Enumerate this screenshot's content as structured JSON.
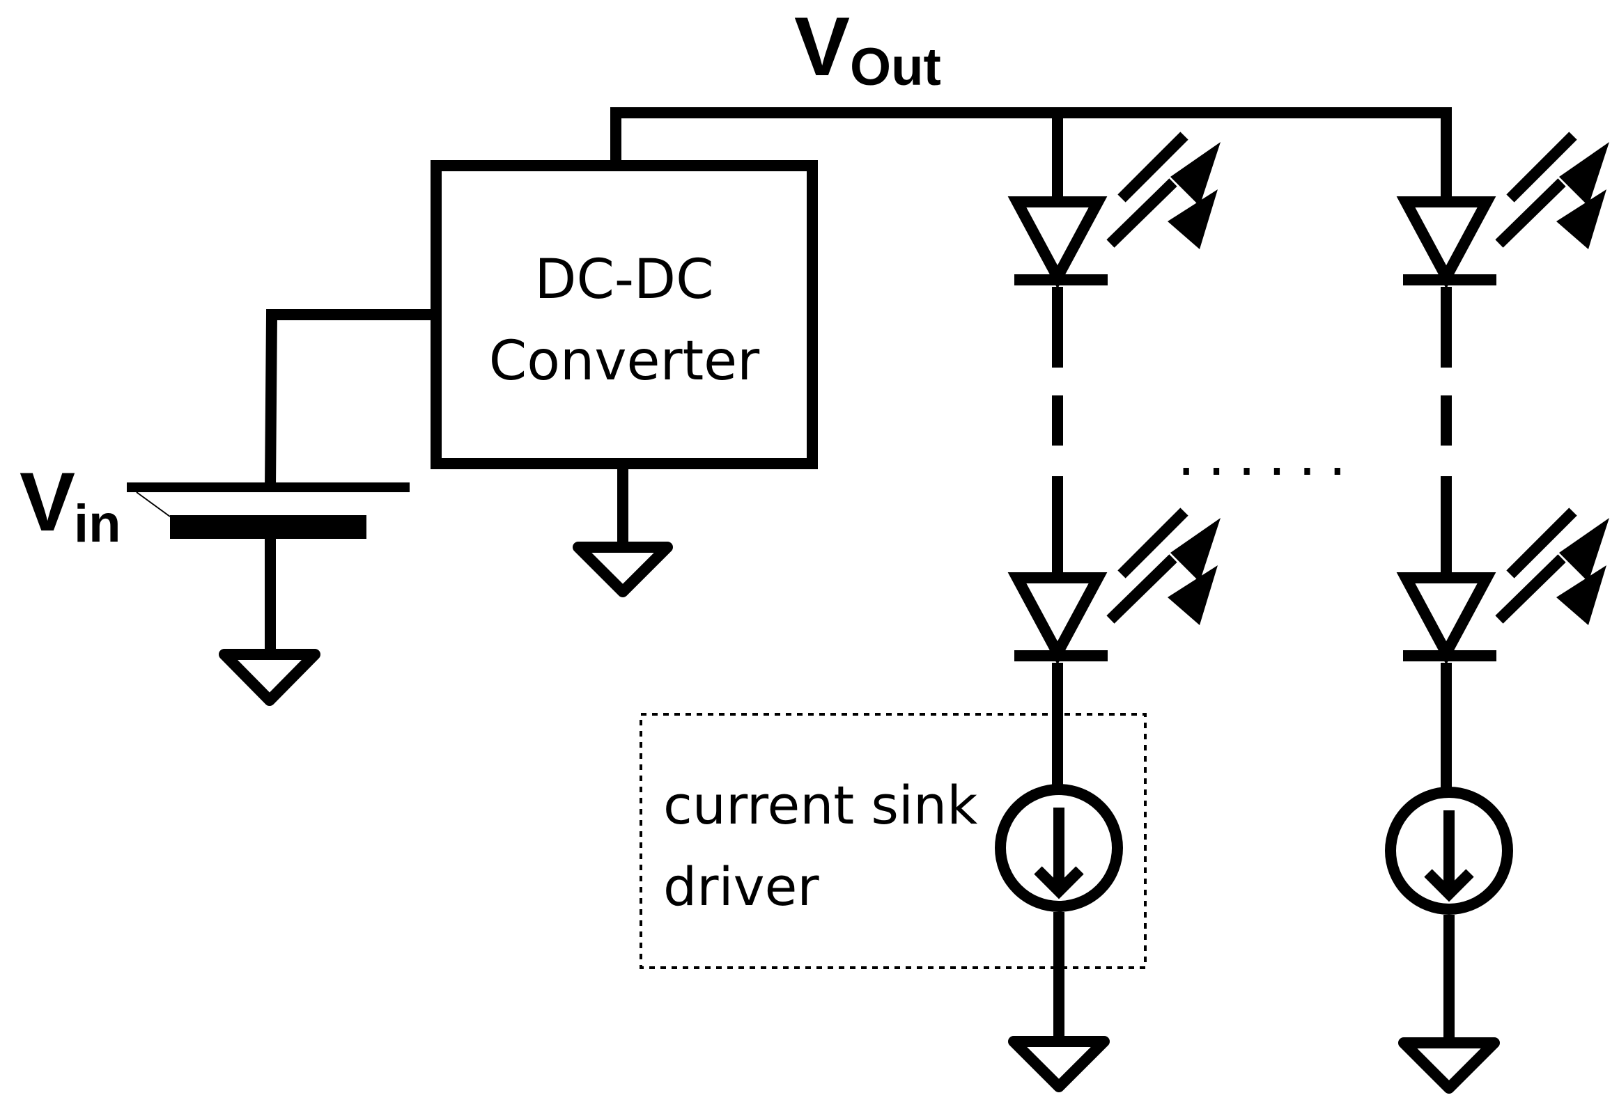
{
  "labels": {
    "vout_main": "V",
    "vout_sub": "Out",
    "vin_main": "V",
    "vin_sub": "in",
    "converter_line1": "DC-DC",
    "converter_line2": "Converter",
    "driver_line1": "current sink",
    "driver_line2": "driver",
    "ellipsis": "......"
  },
  "icons": {
    "battery": "battery-icon",
    "ground": "ground-icon",
    "led": "led-icon",
    "current_source": "current-source-icon"
  }
}
